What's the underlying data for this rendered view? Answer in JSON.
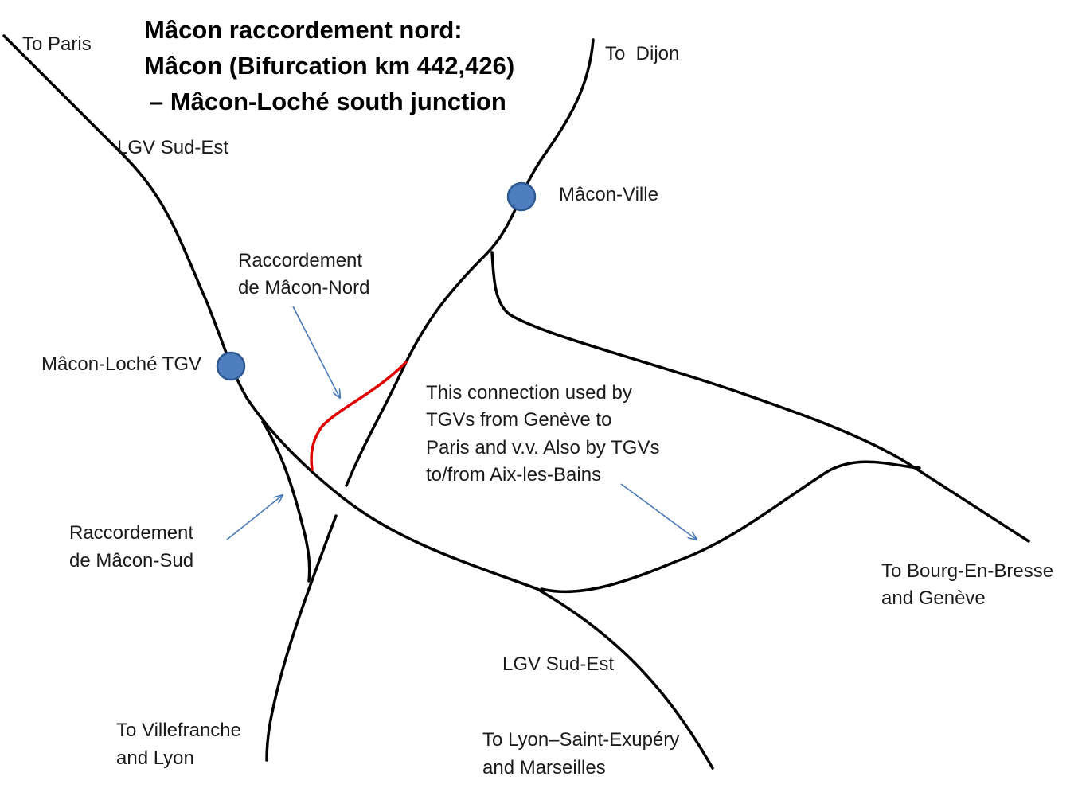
{
  "title": {
    "line1": "Mâcon raccordement nord:",
    "line2": "Mâcon (Bifurcation km 442,426)",
    "line3": "– Mâcon-Loché south junction"
  },
  "labels": {
    "to_paris": "To Paris",
    "to_dijon": "To  Dijon",
    "lgv_north": "LGV Sud-Est",
    "lgv_south": "LGV Sud-Est",
    "macon_ville": "Mâcon-Ville",
    "macon_loche": "Mâcon-Loché TGV",
    "racc_nord_1": "Raccordement",
    "racc_nord_2": "de Mâcon-Nord",
    "racc_sud_1": "Raccordement",
    "racc_sud_2": "de Mâcon-Sud",
    "connection_1": "This connection used by",
    "connection_2": "TGVs from Genève to",
    "connection_3": "Paris and v.v. Also by TGVs",
    "connection_4": "to/from Aix-les-Bains",
    "to_bourg_1": "To Bourg-En-Bresse",
    "to_bourg_2": "and Genève",
    "to_villefranche_1": "To Villefranche",
    "to_villefranche_2": "and Lyon",
    "to_lyon_1": "To Lyon–Saint-Exupéry",
    "to_lyon_2": "and Marseilles"
  },
  "colors": {
    "track": "#000000",
    "highlight_connection": "#e00000",
    "station_marker": "#4f7ec0",
    "annotation_arrow": "#4a7ab8"
  }
}
